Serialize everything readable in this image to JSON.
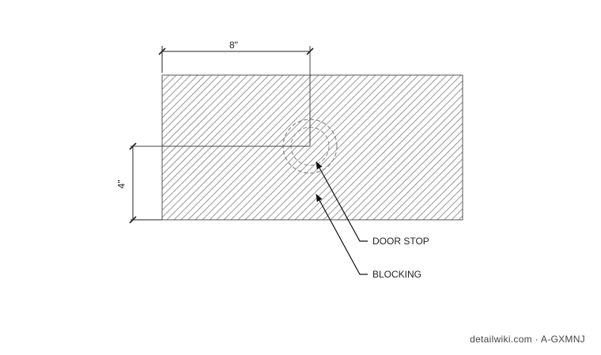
{
  "dimensions": {
    "width_label": "8\"",
    "height_label": "4\""
  },
  "callouts": [
    {
      "label": "DOOR STOP"
    },
    {
      "label": "BLOCKING"
    }
  ],
  "watermark": "detailwiki.com · A-GXMNJ",
  "colors": {
    "line": "#333333",
    "hatch": "#9a9a9a",
    "dashed": "#888888"
  }
}
